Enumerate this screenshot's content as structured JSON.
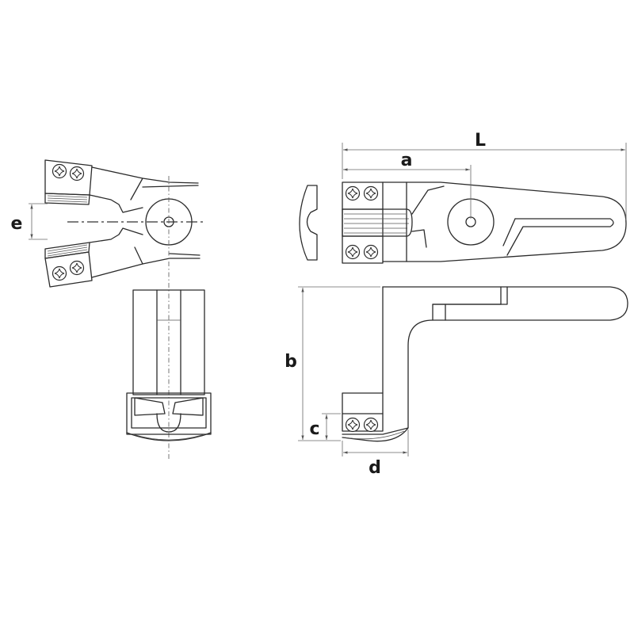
{
  "dimensions": {
    "L": "L",
    "a": "a",
    "b": "b",
    "c": "c",
    "d": "d",
    "e": "e"
  },
  "colors": {
    "line": "#2b2b2b",
    "dimension": "#666666",
    "background": "#ffffff"
  }
}
